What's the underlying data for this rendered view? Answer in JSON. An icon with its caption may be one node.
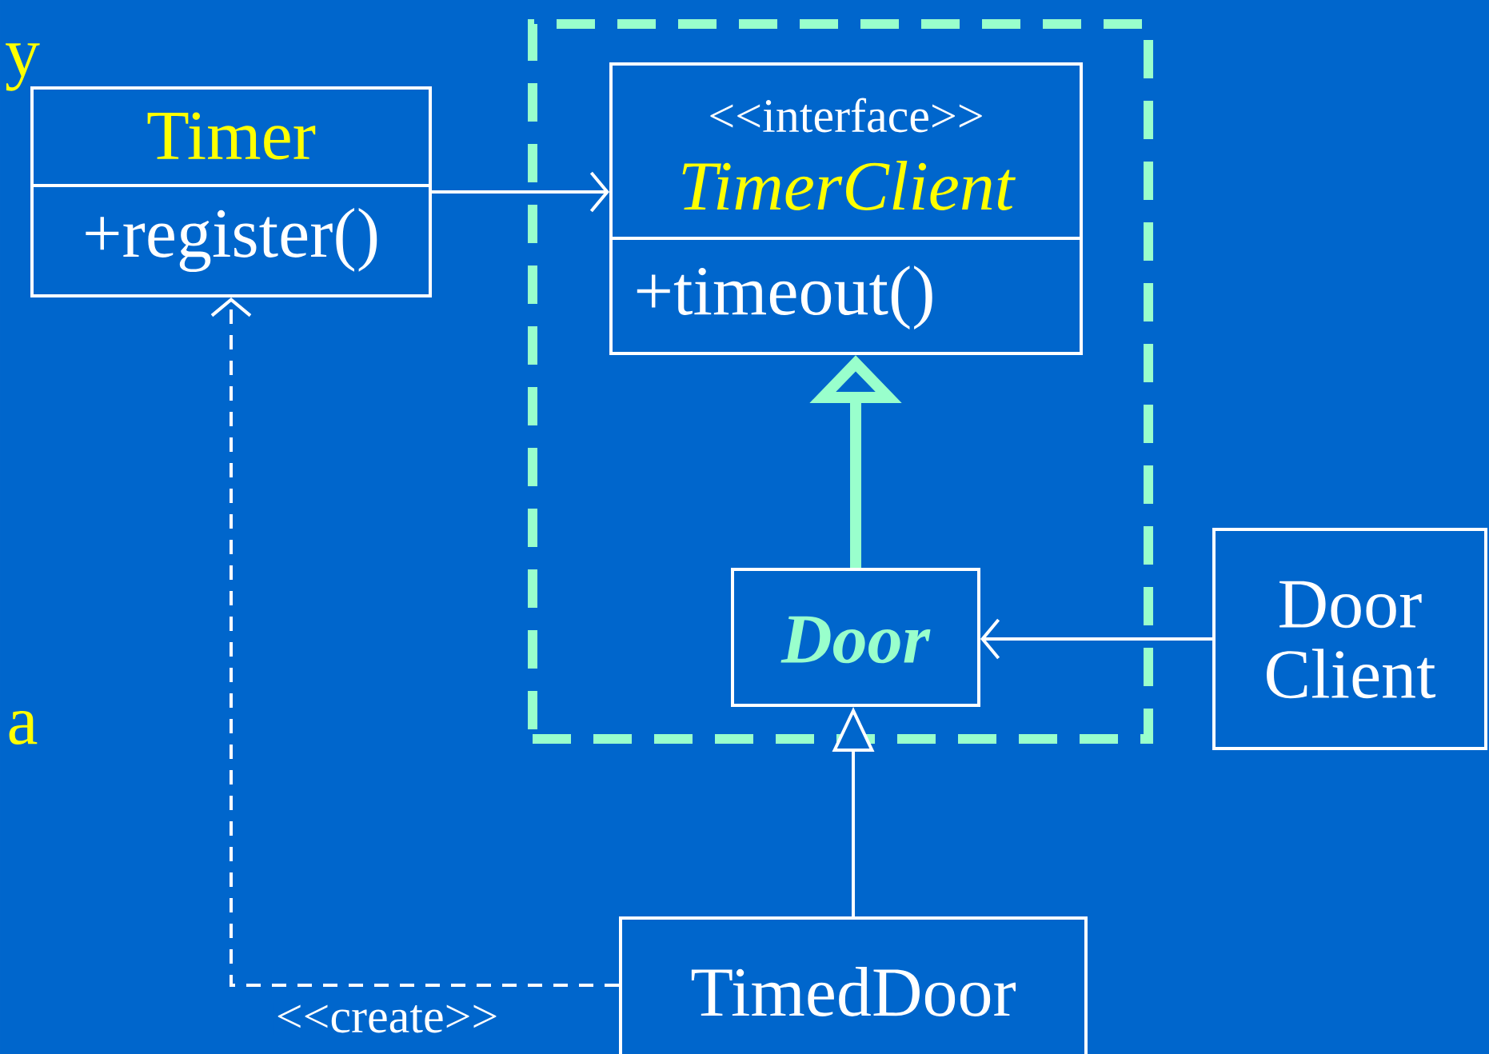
{
  "diagram": {
    "nodes": [
      {
        "text": [],
        "shape": "box"
      },
      {
        "text": [
          "Timer",
          "+register()"
        ]
      },
      {
        "text": [
          "<<interface>>",
          "TimerClient",
          "+timeout()"
        ],
        "in": 0
      },
      {
        "text": [
          "Door"
        ],
        "in": 0
      },
      {
        "text": [
          "Door Client"
        ]
      },
      {
        "text": [
          "TimedDoor"
        ]
      }
    ],
    "edges": [
      {
        "from": 1,
        "to": 2,
        "arrow": "to"
      },
      {
        "from": 3,
        "to": 2,
        "arrow": "to",
        "style": "thick",
        "color": "#99ffcc"
      },
      {
        "from": 4,
        "to": 3,
        "arrow": "to"
      },
      {
        "from": 5,
        "to": 3,
        "arrow": "to"
      },
      {
        "from": 5,
        "to": 1,
        "arrow": "to",
        "style": "dashed",
        "label": "<<create>>"
      }
    ],
    "labels": [
      "y",
      "a"
    ]
  }
}
